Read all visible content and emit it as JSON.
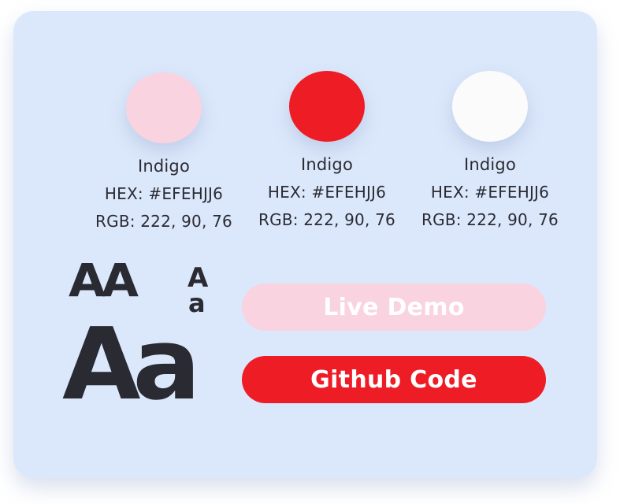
{
  "colors": {
    "card_background": "#dbe8fb",
    "text": "#2b2b33",
    "swatch_pink": "#f9d3df",
    "swatch_red": "#ee1c25",
    "swatch_white": "#fbfbfc",
    "button_pink": "#f9d3df",
    "button_red": "#ee1c25"
  },
  "swatches": [
    {
      "name": "Indigo",
      "hex": "HEX: #EFEHJJ6",
      "rgb": "RGB: 222, 90, 76",
      "fill": "#f9d3df"
    },
    {
      "name": "Indigo",
      "hex": "HEX: #EFEHJJ6",
      "rgb": "RGB: 222, 90, 76",
      "fill": "#ee1c25"
    },
    {
      "name": "Indigo",
      "hex": "HEX: #EFEHJJ6",
      "rgb": "RGB: 222, 90, 76",
      "fill": "#fbfbfc"
    }
  ],
  "typography": {
    "caps_sample": "AA",
    "small_cap": "A",
    "small_lower": "a",
    "large_sample": "Aa"
  },
  "buttons": {
    "live_demo": "Live Demo",
    "github_code": "Github Code"
  }
}
